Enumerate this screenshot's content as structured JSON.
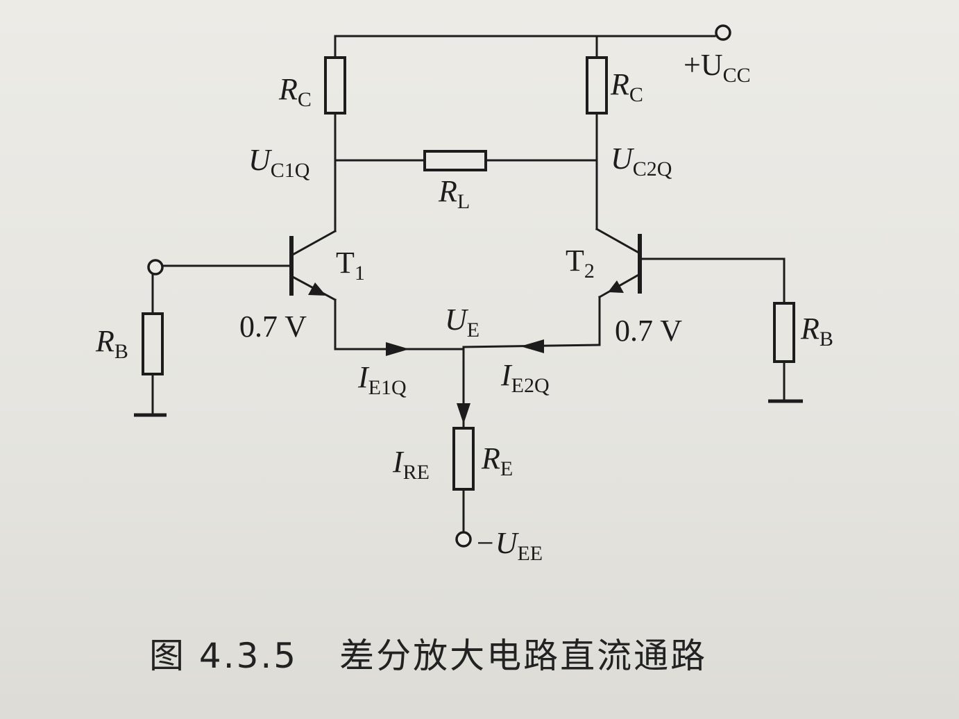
{
  "labels": {
    "vcc": {
      "main": "+U",
      "sub": "CC"
    },
    "rc_left": {
      "main": "R",
      "sub": "C"
    },
    "rc_right": {
      "main": "R",
      "sub": "C"
    },
    "uc1q": {
      "main": "U",
      "sub": "C1Q"
    },
    "uc2q": {
      "main": "U",
      "sub": "C2Q"
    },
    "rl": {
      "main": "R",
      "sub": "L"
    },
    "t1": {
      "main": "T",
      "sub": "1"
    },
    "t2": {
      "main": "T",
      "sub": "2"
    },
    "vbe_left": "0.7 V",
    "vbe_right": "0.7 V",
    "ue": {
      "main": "U",
      "sub": "E"
    },
    "ie1q": {
      "main": "I",
      "sub": "E1Q"
    },
    "ie2q": {
      "main": "I",
      "sub": "E2Q"
    },
    "rb_left": {
      "main": "R",
      "sub": "B"
    },
    "rb_right": {
      "main": "R",
      "sub": "B"
    },
    "ire": {
      "main": "I",
      "sub": "RE"
    },
    "re": {
      "main": "R",
      "sub": "E"
    },
    "vee": {
      "main": "−U",
      "sub": "EE"
    }
  },
  "caption": {
    "number": "图 4.3.5",
    "title": "差分放大电路直流通路"
  }
}
